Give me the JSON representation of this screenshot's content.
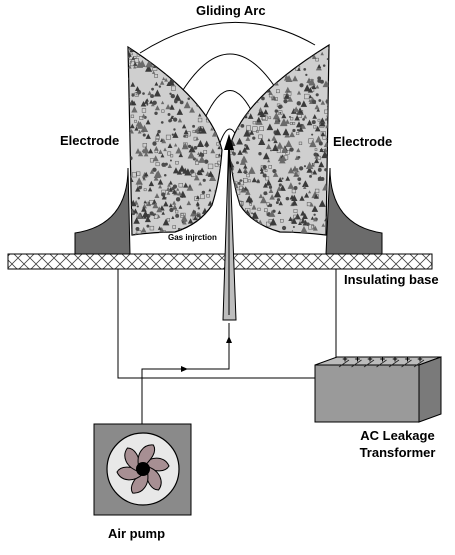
{
  "labels": {
    "gliding_arc": "Gliding Arc",
    "electrode_left": "Electrode",
    "electrode_right": "Electrode",
    "gas_injection": "Gas injrction",
    "insulating_base": "Insulating base",
    "transformer_line1": "AC Leakage",
    "transformer_line2": "Transformer",
    "air_pump": "Air pump"
  },
  "transformer_terminal_symbols": [
    "+",
    "+",
    "+",
    "+",
    "+",
    "+",
    "+"
  ],
  "colors": {
    "electrode_fill": "#c9c9c9",
    "electrode_foot": "#6b6b6b",
    "base_fill": "#ffffff",
    "transformer_fill": "#9a9a9a",
    "pump_fill": "#8a8a8a",
    "line": "#000000"
  },
  "icons": [
    "fan-icon",
    "arrow-up-icon",
    "arrow-right-icon"
  ]
}
